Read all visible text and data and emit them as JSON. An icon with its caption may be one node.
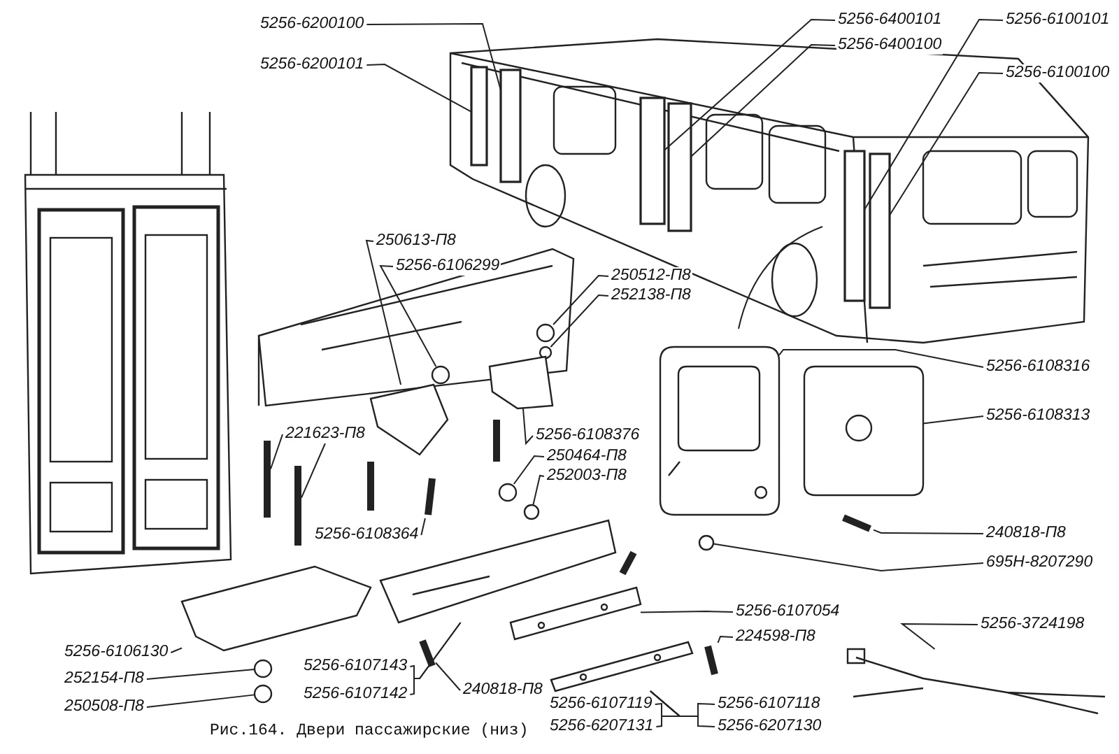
{
  "diagram": {
    "caption": "Рис.164. Двери пассажирские (низ)",
    "nodes": [
      {
        "text": [
          "5256-6200100"
        ]
      },
      {
        "text": [
          "5256-6200101"
        ]
      },
      {
        "text": [
          "5256-6400101"
        ]
      },
      {
        "text": [
          "5256-6400100"
        ]
      },
      {
        "text": [
          "5256-6100101"
        ]
      },
      {
        "text": [
          "5256-6100100"
        ]
      },
      {
        "text": [
          "250613-П8"
        ]
      },
      {
        "text": [
          "5256-6106299"
        ]
      },
      {
        "text": [
          "250512-П8"
        ]
      },
      {
        "text": [
          "252138-П8"
        ]
      },
      {
        "text": [
          "221623-П8"
        ]
      },
      {
        "text": [
          "5256-6108376"
        ]
      },
      {
        "text": [
          "250464-П8"
        ]
      },
      {
        "text": [
          "252003-П8"
        ]
      },
      {
        "text": [
          "5256-6108364"
        ]
      },
      {
        "text": [
          "5256-6108316"
        ]
      },
      {
        "text": [
          "5256-6108313"
        ]
      },
      {
        "text": [
          "240818-П8"
        ]
      },
      {
        "text": [
          "695Н-8207290"
        ]
      },
      {
        "text": [
          "5256-3724198"
        ]
      },
      {
        "text": [
          "5256-6106130"
        ]
      },
      {
        "text": [
          "252154-П8"
        ]
      },
      {
        "text": [
          "250508-П8"
        ]
      },
      {
        "text": [
          "5256-6107143"
        ]
      },
      {
        "text": [
          "5256-6107142"
        ]
      },
      {
        "text": [
          "240818-П8"
        ]
      },
      {
        "text": [
          "5256-6107054"
        ]
      },
      {
        "text": [
          "224598-П8"
        ]
      },
      {
        "text": [
          "5256-6107119"
        ]
      },
      {
        "text": [
          "5256-6207131"
        ]
      },
      {
        "text": [
          "5256-6107118"
        ]
      },
      {
        "text": [
          "5256-6207130"
        ]
      },
      {
        "text": [],
        "shape": "box"
      },
      {
        "text": [],
        "shape": "box"
      },
      {
        "text": [],
        "shape": "box"
      },
      {
        "text": [],
        "shape": "box"
      },
      {
        "text": [],
        "shape": "box"
      },
      {
        "text": [],
        "shape": "box"
      },
      {
        "text": [],
        "shape": "picture"
      },
      {
        "text": [],
        "shape": "circle"
      },
      {
        "text": [],
        "shape": "circle"
      },
      {
        "text": [],
        "shape": "circle"
      },
      {
        "text": [],
        "shape": "bar"
      },
      {
        "text": [],
        "shape": "bar"
      },
      {
        "text": [],
        "shape": "picture"
      },
      {
        "text": [],
        "shape": "circle"
      },
      {
        "text": [],
        "shape": "circle"
      },
      {
        "text": [],
        "shape": "bar"
      },
      {
        "text": [],
        "shape": "picture"
      },
      {
        "text": [],
        "shape": "picture"
      },
      {
        "text": [],
        "shape": "bar"
      },
      {
        "text": [],
        "shape": "circle"
      },
      {
        "text": [],
        "shape": "picture"
      },
      {
        "text": [],
        "shape": "picture"
      },
      {
        "text": [],
        "shape": "circle"
      },
      {
        "text": [],
        "shape": "circle"
      },
      {
        "text": [],
        "shape": "bar"
      },
      {
        "text": [],
        "shape": "picture"
      },
      {
        "text": [],
        "shape": "bar"
      },
      {
        "text": [],
        "shape": "picture"
      },
      {
        "text": [],
        "shape": "picture"
      }
    ],
    "edges": [
      {
        "from": 0,
        "to": 33,
        "arrow": "none"
      },
      {
        "from": 1,
        "to": 32,
        "arrow": "none"
      },
      {
        "from": 2,
        "to": 34,
        "arrow": "none"
      },
      {
        "from": 3,
        "to": 35,
        "arrow": "none"
      },
      {
        "from": 4,
        "to": 36,
        "arrow": "none"
      },
      {
        "from": 5,
        "to": 37,
        "arrow": "none"
      },
      {
        "from": 6,
        "to": 38,
        "arrow": "none"
      },
      {
        "from": 7,
        "to": 39,
        "arrow": "none"
      },
      {
        "from": 8,
        "to": 40,
        "arrow": "none"
      },
      {
        "from": 9,
        "to": 41,
        "arrow": "none"
      },
      {
        "from": 10,
        "to": 42,
        "arrow": "none"
      },
      {
        "from": 10,
        "to": 43,
        "arrow": "none"
      },
      {
        "from": 11,
        "to": 44,
        "arrow": "none"
      },
      {
        "from": 12,
        "to": 45,
        "arrow": "none"
      },
      {
        "from": 13,
        "to": 46,
        "arrow": "none"
      },
      {
        "from": 14,
        "to": 47,
        "arrow": "none"
      },
      {
        "from": 15,
        "to": 48,
        "arrow": "none"
      },
      {
        "from": 16,
        "to": 49,
        "arrow": "none"
      },
      {
        "from": 17,
        "to": 50,
        "arrow": "none"
      },
      {
        "from": 18,
        "to": 51,
        "arrow": "none"
      },
      {
        "from": 19,
        "to": 52,
        "arrow": "none"
      },
      {
        "from": 20,
        "to": 53,
        "arrow": "none"
      },
      {
        "from": 21,
        "to": 54,
        "arrow": "none"
      },
      {
        "from": 22,
        "to": 55,
        "arrow": "none"
      },
      {
        "from": 25,
        "to": 56,
        "arrow": "none"
      },
      {
        "from": 26,
        "to": 57,
        "arrow": "none"
      },
      {
        "from": 27,
        "to": 58,
        "arrow": "none"
      },
      {
        "from": 23,
        "to": 59,
        "arrow": "none"
      },
      {
        "from": 24,
        "to": 59,
        "arrow": "none"
      },
      {
        "from": 28,
        "to": 60,
        "arrow": "none"
      },
      {
        "from": 29,
        "to": 60,
        "arrow": "none"
      },
      {
        "from": 30,
        "to": 60,
        "arrow": "none"
      },
      {
        "from": 31,
        "to": 60,
        "arrow": "none"
      }
    ]
  }
}
